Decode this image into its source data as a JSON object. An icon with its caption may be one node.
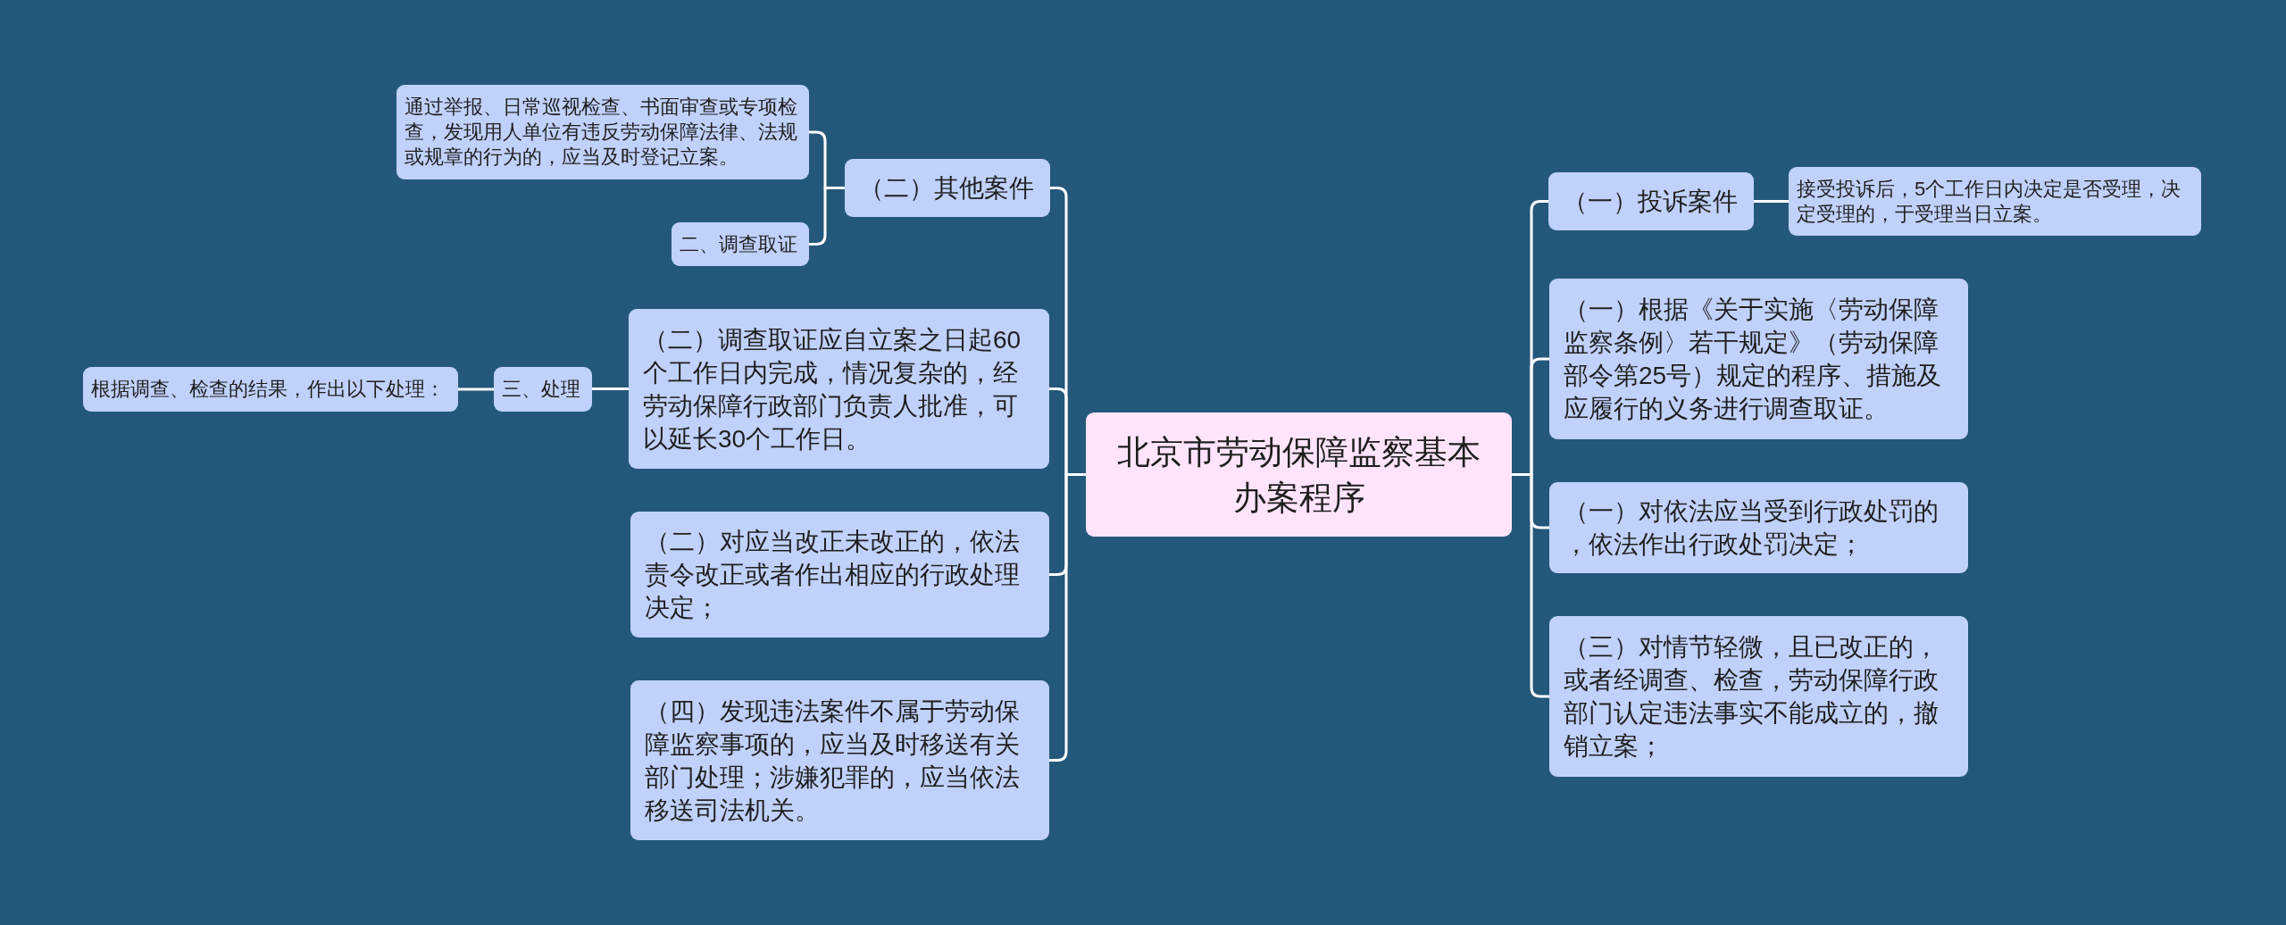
{
  "diagram": {
    "nodes": [
      {
        "text": [
          "北京市劳动保障监察基本办案程序"
        ]
      },
      {
        "text": [
          "（一）投诉案件"
        ]
      },
      {
        "text": [
          "接受投诉后，5个工作日内决定是否受理，决定受理的，于受理当日立案。"
        ]
      },
      {
        "text": [
          "（一）根据《关于实施〈劳动保障监察条例〉若干规定》（劳动保障部令第25号）规定的程序、措施及应履行的义务进行调查取证。"
        ]
      },
      {
        "text": [
          "（一）对依法应当受到行政处罚的，依法作出行政处罚决定；"
        ]
      },
      {
        "text": [
          "（三）对情节轻微，且已改正的，或者经调查、检查，劳动保障行政部门认定违法事实不能成立的，撤销立案；"
        ]
      },
      {
        "text": [
          "（二）其他案件"
        ]
      },
      {
        "text": [
          "通过举报、日常巡视检查、书面审查或专项检查，发现用人单位有违反劳动保障法律、法规或规章的行为的，应当及时登记立案。"
        ]
      },
      {
        "text": [
          "二、调查取证"
        ]
      },
      {
        "text": [
          "（二）调查取证应自立案之日起60个工作日内完成，情况复杂的，经劳动保障行政部门负责人批准，可以延长30个工作日。"
        ]
      },
      {
        "text": [
          "三、处理"
        ]
      },
      {
        "text": [
          "根据调查、检查的结果，作出以下处理："
        ]
      },
      {
        "text": [
          "（二）对应当改正未改正的，依法责令改正或者作出相应的行政处理决定；"
        ]
      },
      {
        "text": [
          "（四）发现违法案件不属于劳动保障监察事项的，应当及时移送有关部门处理；涉嫌犯罪的，应当依法移送司法机关。"
        ]
      }
    ],
    "edges": [
      {
        "from": 0,
        "to": 1,
        "arrow": "none"
      },
      {
        "from": 1,
        "to": 2,
        "arrow": "none"
      },
      {
        "from": 0,
        "to": 3,
        "arrow": "none"
      },
      {
        "from": 0,
        "to": 4,
        "arrow": "none"
      },
      {
        "from": 0,
        "to": 5,
        "arrow": "none"
      },
      {
        "from": 0,
        "to": 6,
        "arrow": "none"
      },
      {
        "from": 6,
        "to": 7,
        "arrow": "none"
      },
      {
        "from": 6,
        "to": 8,
        "arrow": "none"
      },
      {
        "from": 0,
        "to": 9,
        "arrow": "none"
      },
      {
        "from": 9,
        "to": 10,
        "arrow": "none"
      },
      {
        "from": 10,
        "to": 11,
        "arrow": "none"
      },
      {
        "from": 0,
        "to": 12,
        "arrow": "none"
      },
      {
        "from": 0,
        "to": 13,
        "arrow": "none"
      }
    ]
  }
}
